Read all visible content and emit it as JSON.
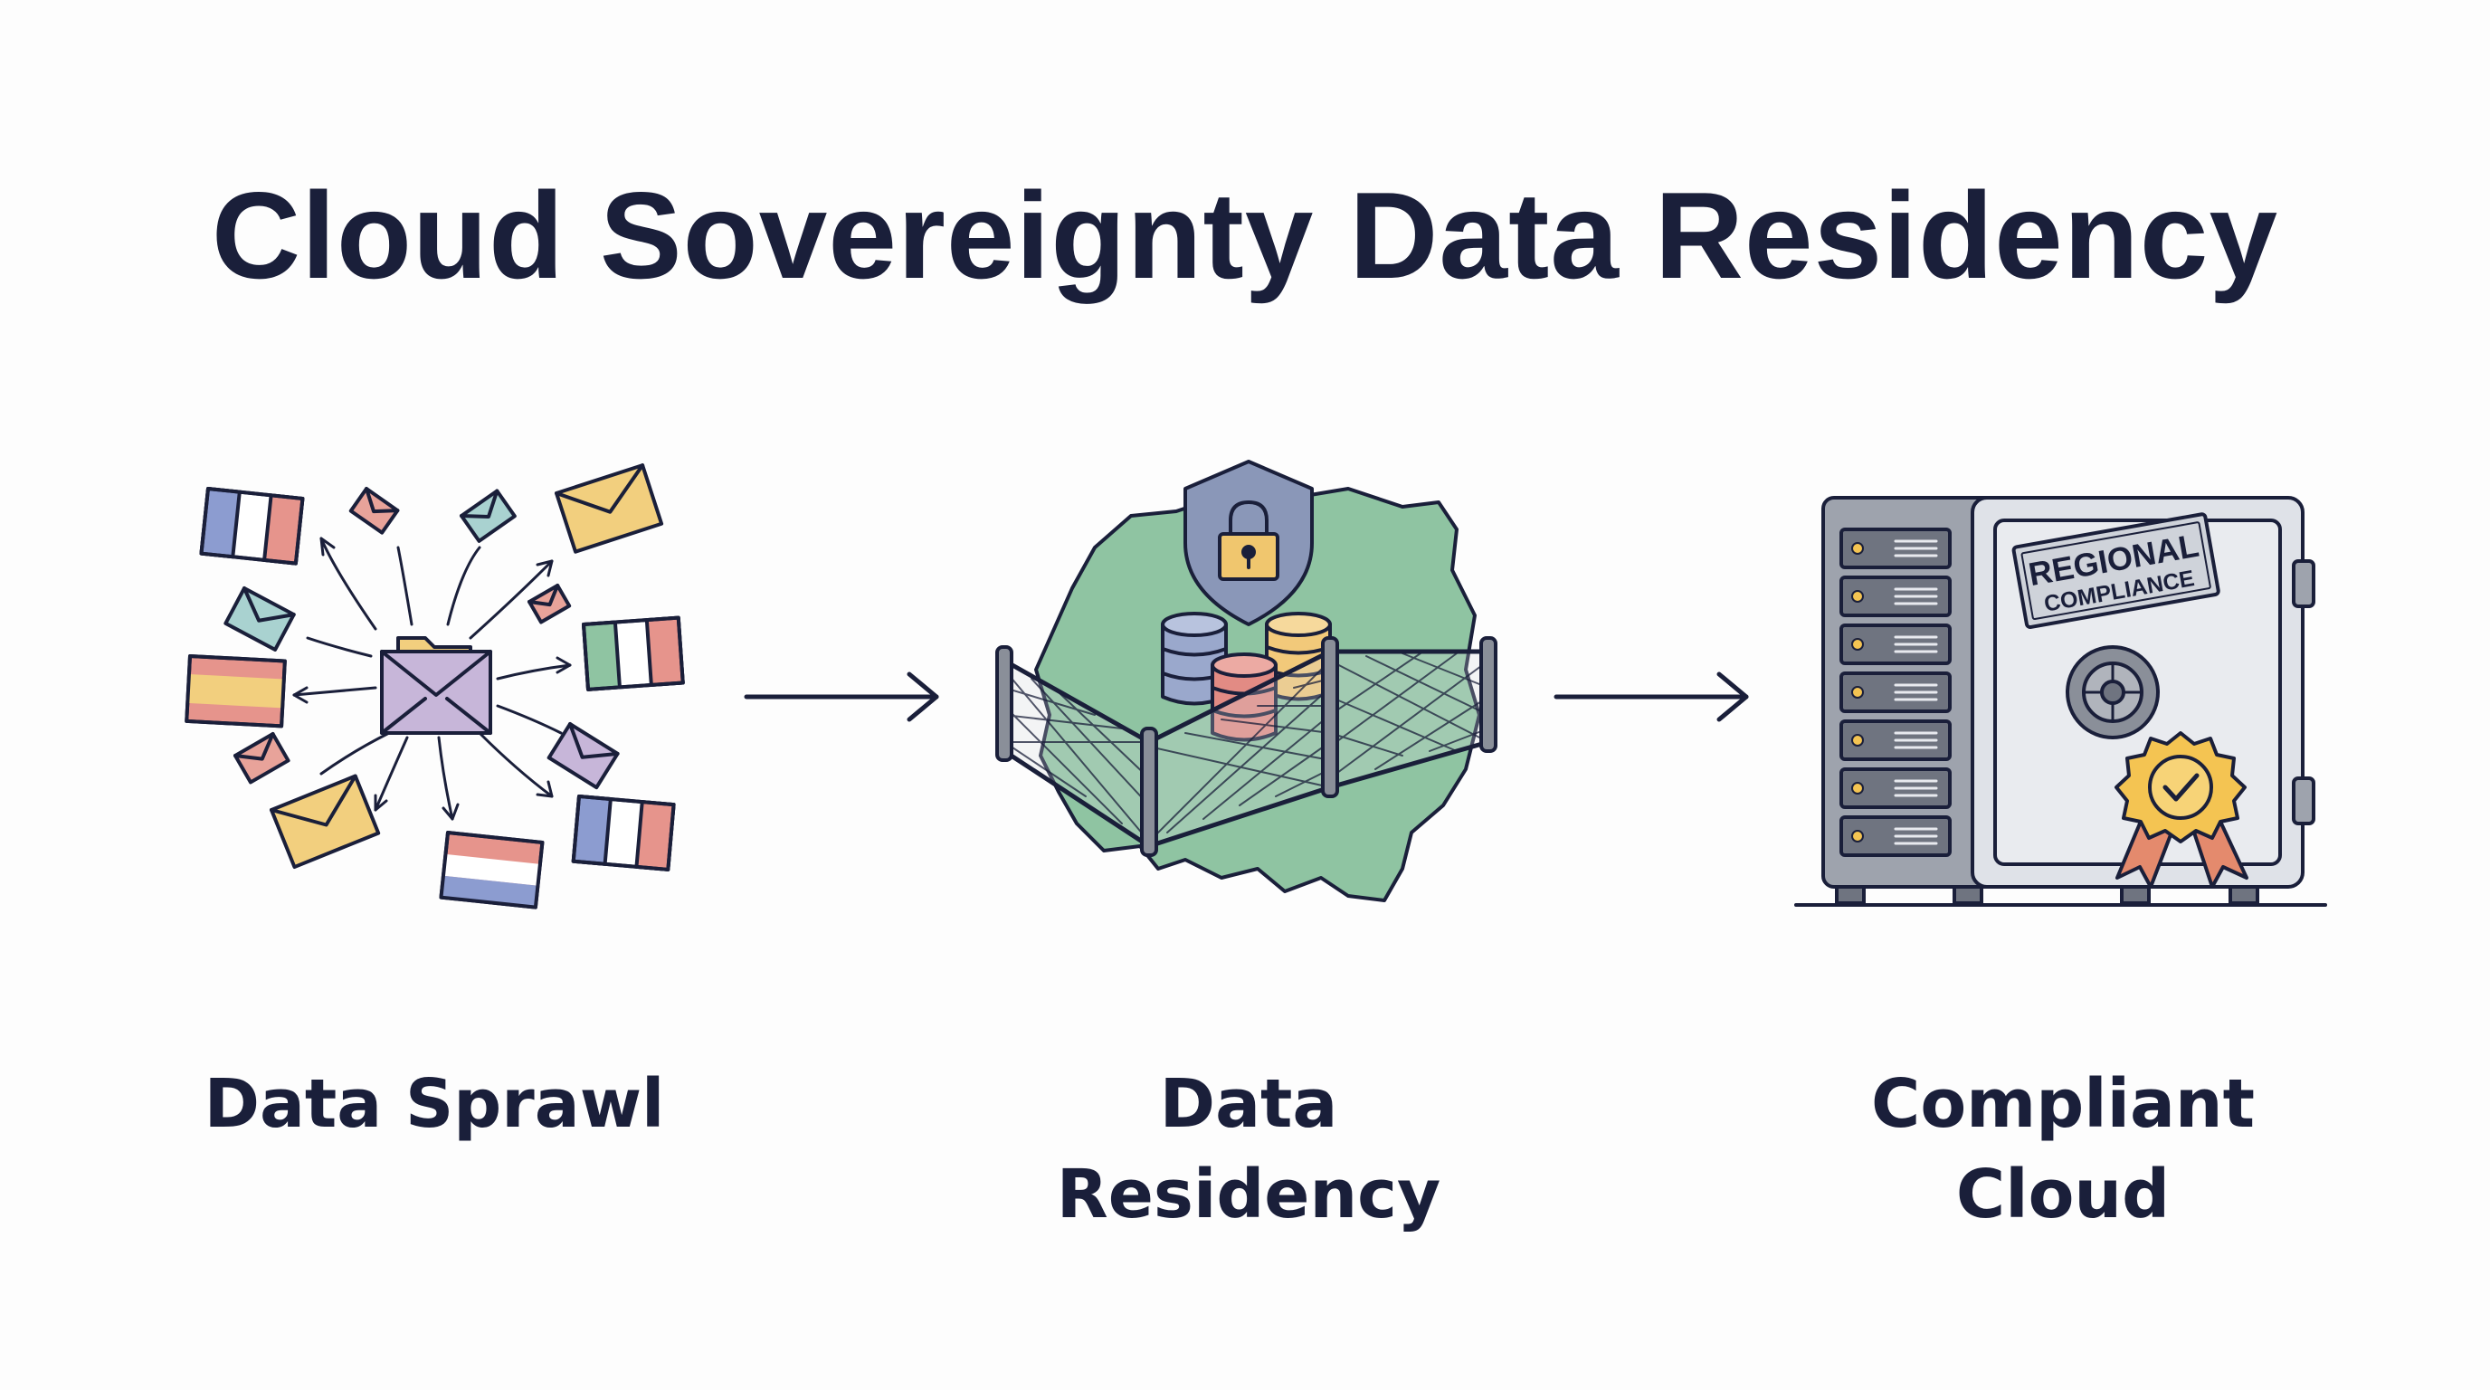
{
  "title": "Cloud Sovereignty Data Residency",
  "steps": [
    {
      "label": "Data Sprawl",
      "icon": "scattered-data-icon"
    },
    {
      "label": "Data Residency",
      "icon": "fenced-region-icon"
    },
    {
      "label": "Compliant Cloud",
      "icon": "server-vault-icon"
    }
  ],
  "stamp": {
    "line1": "REGIONAL",
    "line2": "COMPLIANCE"
  },
  "colors": {
    "ink": "#1a1f3a",
    "map_green": "#8fc4a2",
    "shield": "#8a97b8",
    "lock": "#f0c66e",
    "envelope_yellow": "#f2cf7e",
    "envelope_purple": "#c7b6d9",
    "envelope_teal": "#a9d2d0",
    "envelope_red": "#e8a39a",
    "db_blue": "#9aa8cc",
    "db_red": "#e28b84",
    "db_yellow": "#f2c97a",
    "server_gray": "#9ea3ad",
    "vault_gray": "#dfe2e8",
    "badge_gold": "#f4c452",
    "ribbon_red": "#e48a6d"
  }
}
